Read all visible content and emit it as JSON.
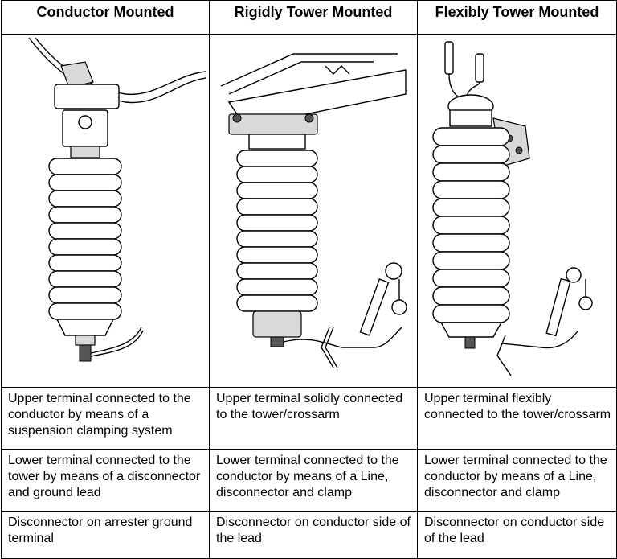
{
  "columns": [
    {
      "header": "Conductor Mounted",
      "upper": "Upper terminal connected to the conductor by means of a suspension clamping system",
      "lower": "Lower terminal connected to the tower by means of a disconnector and ground lead",
      "disconnector": "Disconnector on arrester ground terminal"
    },
    {
      "header": "Rigidly Tower Mounted",
      "upper": "Upper terminal solidly connected to the tower/crossarm",
      "lower": "Lower terminal connected to the conductor by means of a Line, disconnector and clamp",
      "disconnector": "Disconnector on conductor side of the lead"
    },
    {
      "header": "Flexibly Tower Mounted",
      "upper": "Upper terminal flexibly connected to the tower/crossarm",
      "lower": "Lower terminal connected to the conductor by means of a Line, disconnector and clamp",
      "disconnector": "Disconnector on conductor side of the lead"
    }
  ]
}
